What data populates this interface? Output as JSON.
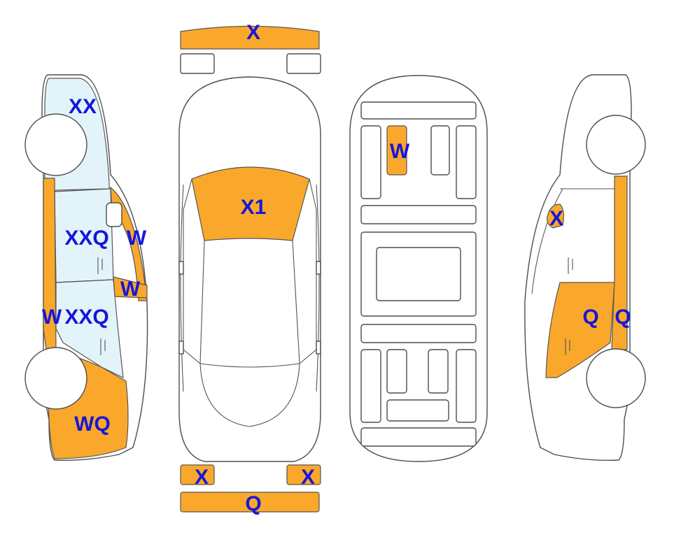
{
  "colors": {
    "damaged": "#f9a82c",
    "glass": "#e2f4f9",
    "label": "#1616d9",
    "outline": "#4d4d4d"
  },
  "labels": {
    "front_bumper": "X",
    "windshield": "X1",
    "rear_left_light": "X",
    "rear_right_light": "X",
    "rear_bumper": "Q",
    "interior_seat": "W",
    "left_roof": "XX",
    "left_front_door": "XXQ",
    "left_front_pillar": "W",
    "left_mirror": "W",
    "left_rocker": "W",
    "left_rear_door": "XXQ",
    "left_rear_fender": "WQ",
    "right_mirror": "X",
    "right_rear_door": "Q",
    "right_rocker": "Q"
  }
}
